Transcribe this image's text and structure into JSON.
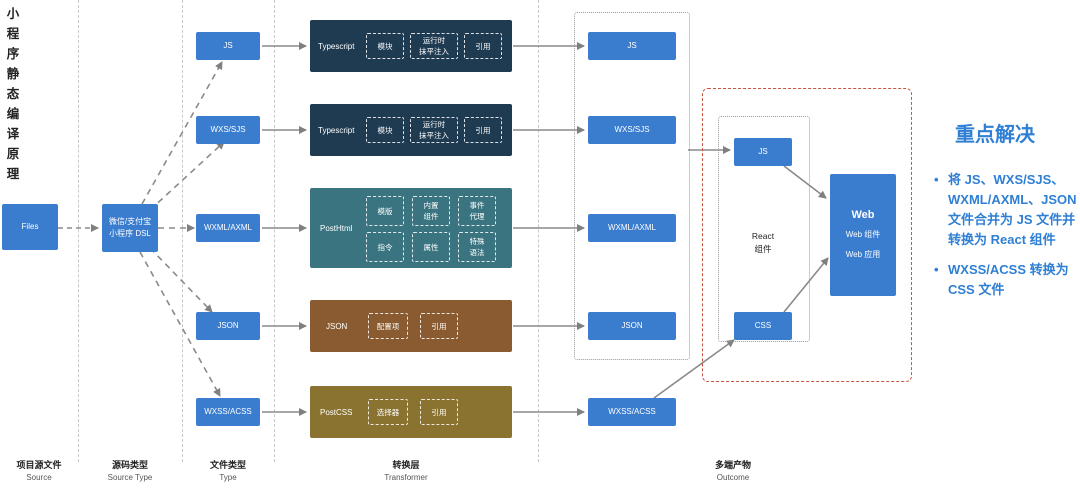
{
  "vertical_title": [
    "小",
    "程",
    "序",
    "静",
    "态",
    "编",
    "译",
    "原",
    "理"
  ],
  "columns": [
    {
      "zh": "项目源文件",
      "en": "Source"
    },
    {
      "zh": "源码类型",
      "en": "Source Type"
    },
    {
      "zh": "文件类型",
      "en": "Type"
    },
    {
      "zh": "转换层",
      "en": "Transformer"
    },
    {
      "zh": "多端产物",
      "en": "Outcome"
    }
  ],
  "source": {
    "files": "Files"
  },
  "source_type": {
    "dsl_line1": "微信/支付宝",
    "dsl_line2": "小程序 DSL"
  },
  "file_types": [
    "JS",
    "WXS/SJS",
    "WXML/AXML",
    "JSON",
    "WXSS/ACSS"
  ],
  "transformers": [
    {
      "label": "Typescript",
      "color": "#1f3b52",
      "chips": [
        "模块",
        "运行时\n抹平注入",
        "引用"
      ]
    },
    {
      "label": "Typescript",
      "color": "#1f3b52",
      "chips": [
        "模块",
        "运行时\n抹平注入",
        "引用"
      ]
    },
    {
      "label": "PostHtml",
      "color": "#3a7480",
      "chips": [
        "模版",
        "内置\n组件",
        "事件\n代理",
        "指令",
        "属性",
        "特殊\n语法"
      ]
    },
    {
      "label": "JSON",
      "color": "#8a5b30",
      "chips": [
        "配置项",
        "引用"
      ]
    },
    {
      "label": "PostCSS",
      "color": "#8a7330",
      "chips": [
        "选择器",
        "引用"
      ]
    }
  ],
  "outcomes": [
    "JS",
    "WXS/SJS",
    "WXML/AXML",
    "JSON",
    "WXSS/ACSS"
  ],
  "react": {
    "js": "JS",
    "css": "CSS",
    "label_line1": "React",
    "label_line2": "组件"
  },
  "web": {
    "title": "Web",
    "item1": "Web 组件",
    "item2": "Web 应用"
  },
  "focus": {
    "title": "重点解决",
    "bullet": "•",
    "items": [
      "将 JS、WXS/SJS、WXML/AXML、JSON 文件合并为 JS 文件并转换为 React 组件",
      "WXSS/ACSS 转换为 CSS 文件"
    ]
  },
  "colors": {
    "node_blue": "#3a7cce",
    "accent": "#2f7fd4",
    "focus_border": "#c8553d"
  }
}
